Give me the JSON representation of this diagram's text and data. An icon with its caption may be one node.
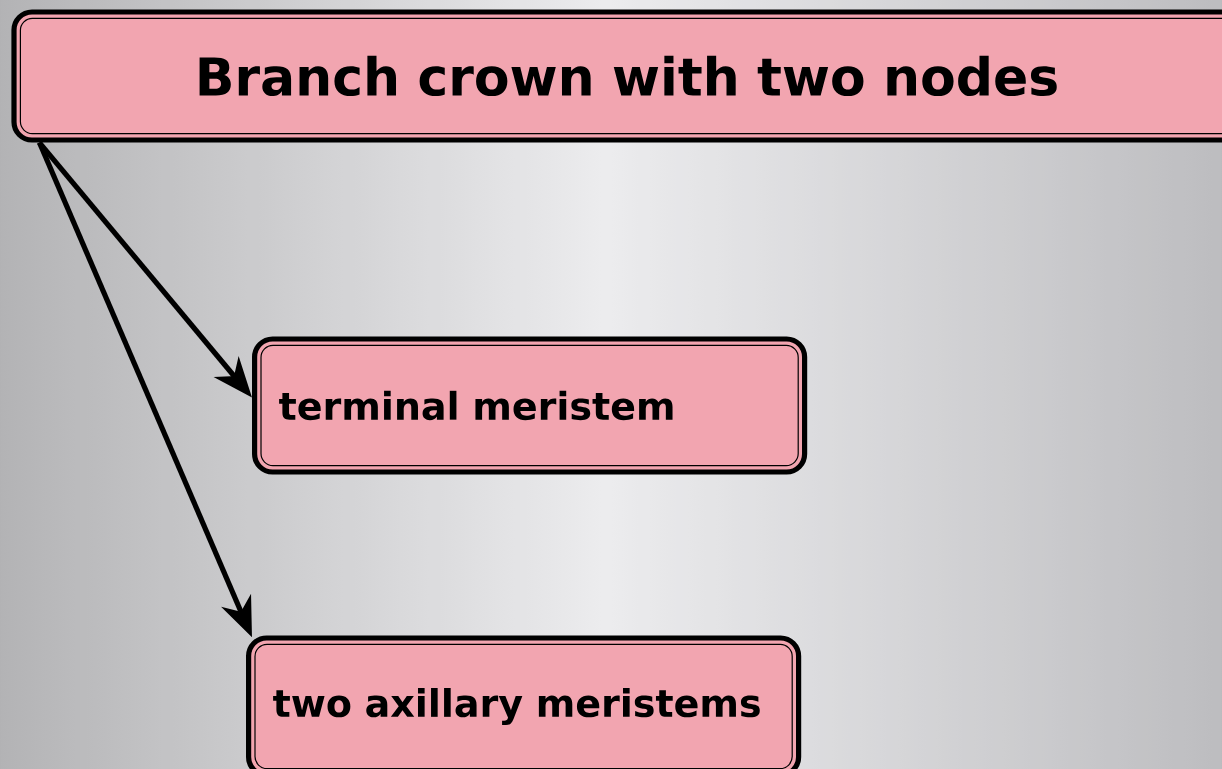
{
  "diagram": {
    "nodes": [
      {
        "text": [
          "Branch crown with two nodes"
        ]
      },
      {
        "text": [
          "terminal meristem"
        ]
      },
      {
        "text": [
          "two axillary meristems"
        ]
      }
    ],
    "edges": [
      {
        "from": 0,
        "to": 1,
        "arrow": "to"
      },
      {
        "from": 0,
        "to": 2,
        "arrow": "to"
      }
    ]
  }
}
